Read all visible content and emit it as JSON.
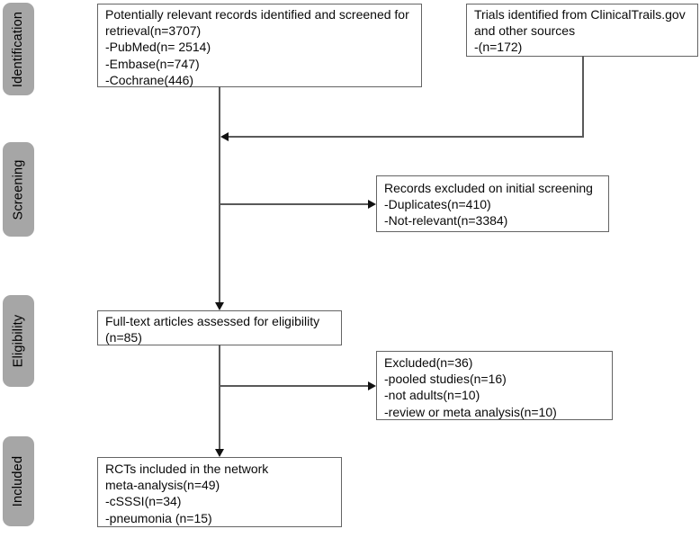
{
  "colors": {
    "sidebar_fill": "#a6a6a6",
    "box_border": "#646464",
    "connector_line": "#595959",
    "arrowhead": "#111111",
    "text": "#0a0a0a",
    "background": "#ffffff"
  },
  "stages": [
    {
      "label": "Identification"
    },
    {
      "label": "Screening"
    },
    {
      "label": "Eligibility"
    },
    {
      "label": "Included"
    }
  ],
  "boxes": {
    "records_identified": {
      "lines": [
        "Potentially relevant records identified and screened for",
        "retrieval(n=3707)",
        "-PubMed(n= 2514)",
        "-Embase(n=747)",
        "-Cochrane(446)"
      ]
    },
    "trials_registry": {
      "lines": [
        "Trials identified from ClinicalTrails.gov",
        "and other sources",
        "-(n=172)"
      ]
    },
    "records_excluded": {
      "lines": [
        "Records excluded on initial screening",
        "-Duplicates(n=410)",
        "-Not-relevant(n=3384)"
      ]
    },
    "fulltext_assessed": {
      "lines": [
        "Full-text articles assessed for eligibility",
        "(n=85)"
      ]
    },
    "fulltext_excluded": {
      "lines": [
        "Excluded(n=36)",
        "-pooled studies(n=16)",
        "-not adults(n=10)",
        "-review or meta analysis(n=10)"
      ]
    },
    "included_rcts": {
      "lines": [
        "RCTs included in the network",
        "meta-analysis(n=49)",
        "-cSSSI(n=34)",
        "-pneumonia (n=15)"
      ]
    }
  }
}
